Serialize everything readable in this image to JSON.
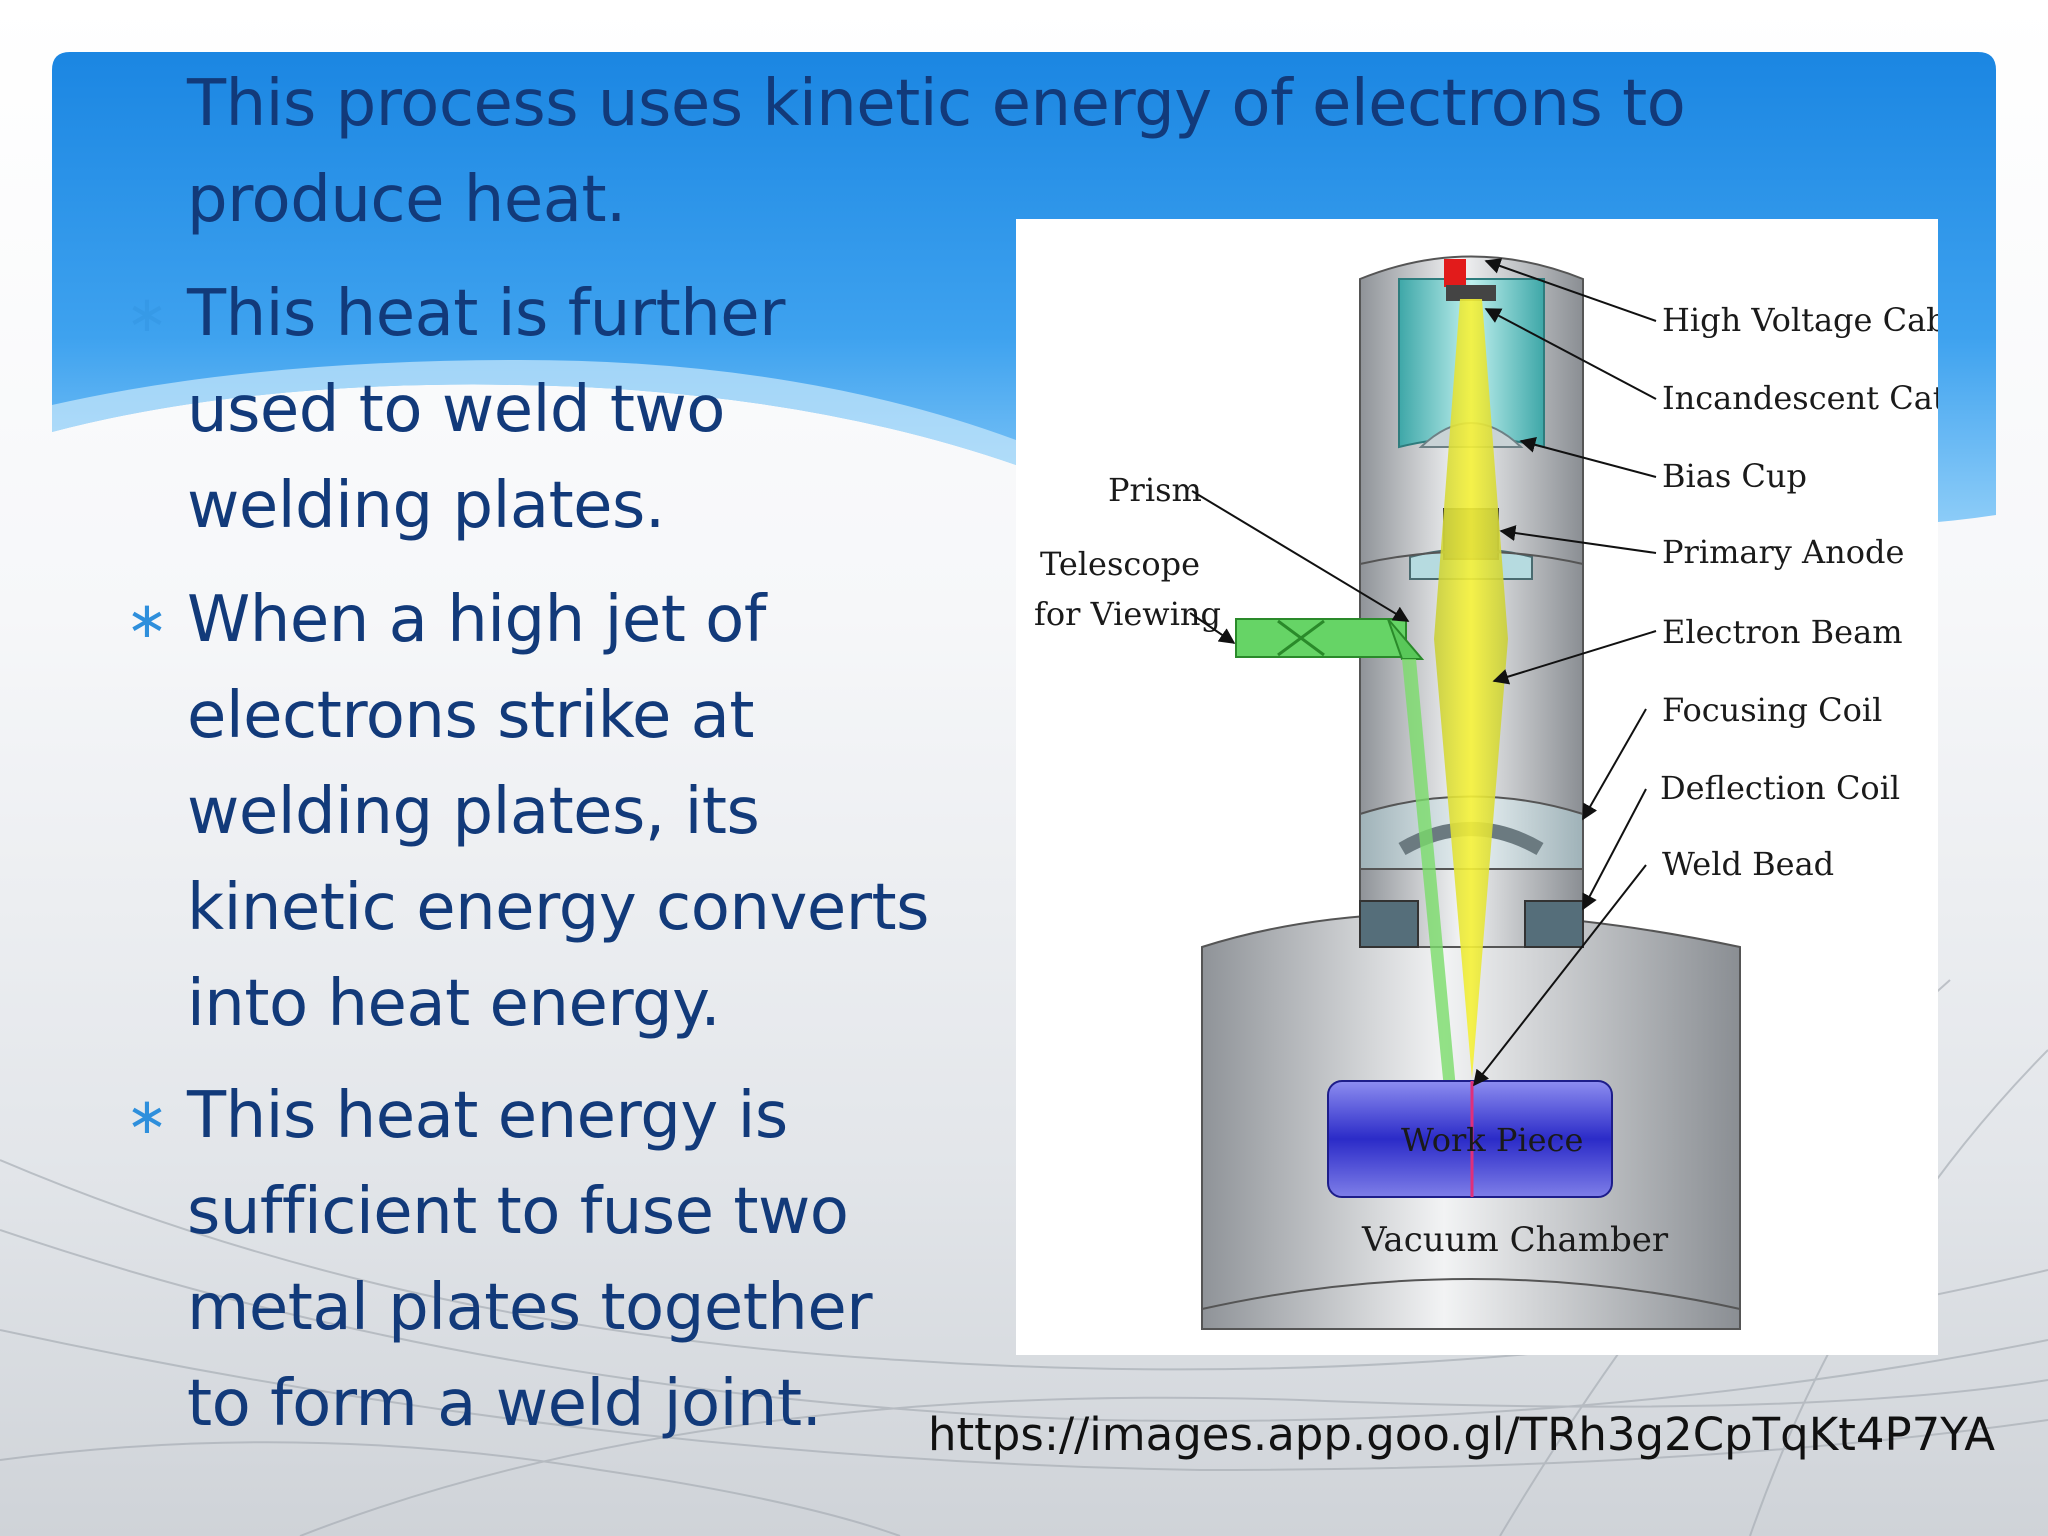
{
  "paragraphs": [
    {
      "lines": [
        "This process uses kinetic energy of electrons to",
        "produce heat."
      ],
      "bullet": ""
    },
    {
      "lines": [
        "This heat is further",
        "used to weld two",
        "welding plates."
      ],
      "bullet": "∗"
    },
    {
      "lines": [
        "When a high jet of",
        "electrons strike at",
        "welding plates, its",
        "kinetic energy converts",
        "into heat energy."
      ],
      "bullet": "∗"
    },
    {
      "lines": [
        "This heat energy is",
        "sufficient to fuse two",
        "metal plates together",
        "to form a weld joint."
      ],
      "bullet": "∗"
    }
  ],
  "figure": {
    "labels_right": [
      "High Voltage Cable",
      "Incandescent Cathode",
      "Bias Cup",
      "Primary Anode",
      "Electron Beam",
      "Focusing Coil",
      "Deflection Coil",
      "Weld Bead"
    ],
    "label_prism": "Prism",
    "label_telescope": [
      "Telescope",
      "for Viewing"
    ],
    "label_workpiece": "Work Piece",
    "label_chamber": "Vacuum Chamber"
  },
  "source_url": "https://images.app.goo.gl/TRh3g2CpTqKt4P7YA",
  "colors": {
    "text": "#123a7a",
    "bullet": "#2e8fdc",
    "banner": "#1e88e0"
  }
}
